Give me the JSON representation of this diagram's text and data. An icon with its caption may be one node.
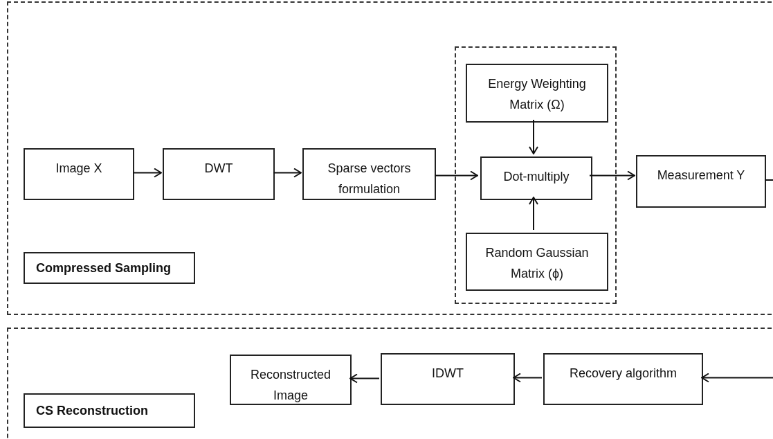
{
  "diagram": {
    "nodes": [
      {
        "text": [],
        "shape": "box"
      },
      {
        "text": [
          "Image X"
        ],
        "in": 0
      },
      {
        "text": [
          "DWT"
        ],
        "in": 0
      },
      {
        "text": [
          "Sparse vectors formulation"
        ],
        "in": 0
      },
      {
        "text": [],
        "shape": "box",
        "in": 0
      },
      {
        "text": [
          "Energy Weighting Matrix (Ω)"
        ],
        "in": 4
      },
      {
        "text": [
          "Dot-multiply"
        ],
        "in": 4
      },
      {
        "text": [
          "Random Gaussian Matrix (ϕ)"
        ],
        "in": 4
      },
      {
        "text": [
          "Measurement Y"
        ],
        "in": 0
      },
      {
        "text": [
          "Compressed Sampling"
        ],
        "in": 0
      },
      {
        "text": [],
        "shape": "box"
      },
      {
        "text": [
          "Reconstructed Image"
        ],
        "in": 10
      },
      {
        "text": [
          "IDWT"
        ],
        "in": 10
      },
      {
        "text": [
          "Recovery algorithm"
        ],
        "in": 10
      },
      {
        "text": [
          "CS Reconstruction"
        ],
        "in": 10
      }
    ],
    "edges": [
      {
        "from": 1,
        "to": 2,
        "arrow": "to"
      },
      {
        "from": 2,
        "to": 3,
        "arrow": "to"
      },
      {
        "from": 3,
        "to": 6,
        "arrow": "to"
      },
      {
        "from": 5,
        "to": 6,
        "arrow": "to"
      },
      {
        "from": 7,
        "to": 6,
        "arrow": "to"
      },
      {
        "from": 6,
        "to": 8,
        "arrow": "to"
      },
      {
        "from": 8,
        "to": null,
        "arrow": "none"
      },
      {
        "from": null,
        "to": 13,
        "arrow": "to"
      },
      {
        "from": 13,
        "to": 12,
        "arrow": "to"
      },
      {
        "from": 12,
        "to": 11,
        "arrow": "to"
      }
    ]
  }
}
